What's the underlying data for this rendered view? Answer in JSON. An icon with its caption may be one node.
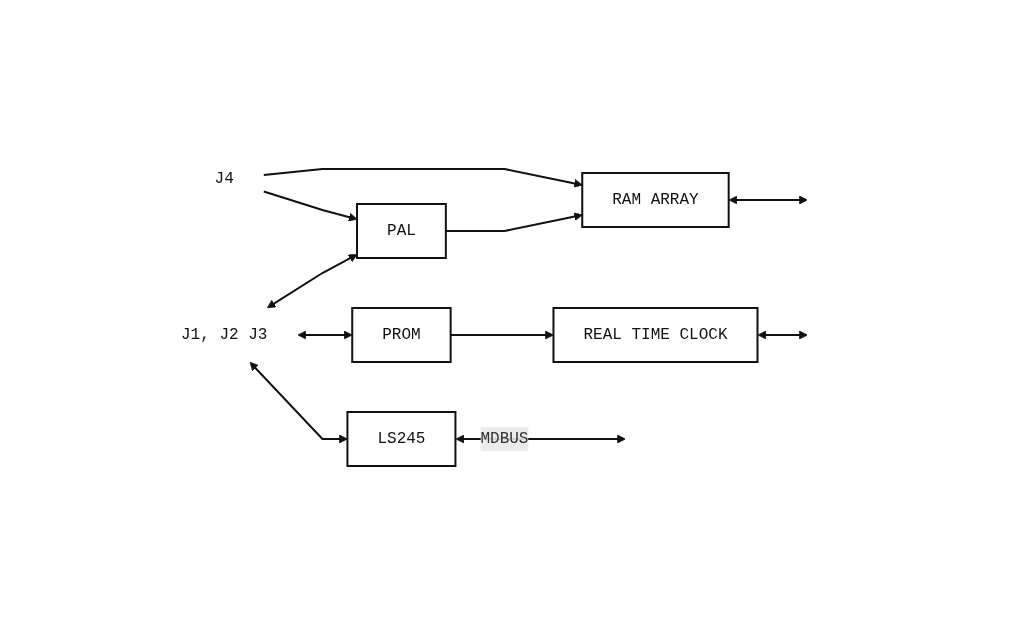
{
  "diagram": {
    "nodes": [
      {
        "text": [
          "J4"
        ]
      },
      {
        "text": [
          "PAL"
        ]
      },
      {
        "text": [
          "RAM ARRAY"
        ]
      },
      {
        "text": [
          "J1, J2 J3"
        ]
      },
      {
        "text": [
          "PROM"
        ]
      },
      {
        "text": [
          "REAL TIME CLOCK"
        ]
      },
      {
        "text": [
          "LS245"
        ]
      }
    ],
    "edges": [
      {
        "from": 0,
        "to": 1,
        "arrow": "to"
      },
      {
        "from": 0,
        "to": 2,
        "arrow": "to"
      },
      {
        "from": 3,
        "to": 1,
        "arrow": "both"
      },
      {
        "from": 3,
        "to": 4,
        "arrow": "both"
      },
      {
        "from": 3,
        "to": 6,
        "arrow": "both"
      },
      {
        "from": 1,
        "to": 2,
        "arrow": "to"
      },
      {
        "from": 4,
        "to": 5,
        "arrow": "to"
      },
      {
        "from": 2,
        "to": null,
        "arrow": "both"
      },
      {
        "from": 5,
        "to": null,
        "arrow": "both"
      },
      {
        "from": 6,
        "to": null,
        "arrow": "both",
        "label": "MDBUS"
      }
    ]
  }
}
